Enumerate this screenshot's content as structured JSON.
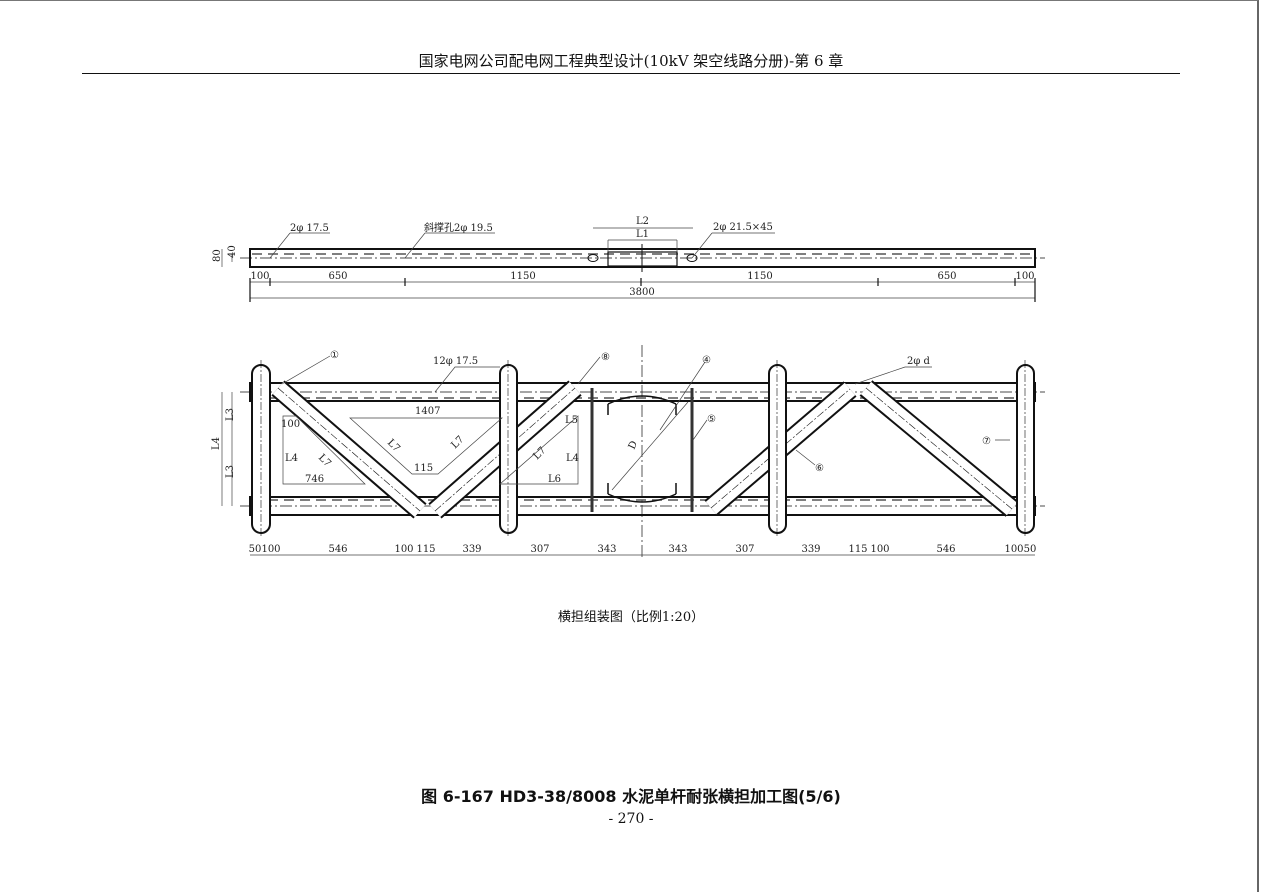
{
  "header": {
    "title": "国家电网公司配电网工程典型设计(10kV 架空线路分册)-第 6 章"
  },
  "top_view": {
    "callouts": [
      "2φ 17.5",
      "斜撑孔2φ 19.5",
      "2φ 21.5×45"
    ],
    "dim_labels": {
      "l2": "L2",
      "l1": "L1",
      "h80": "80",
      "h40": "40"
    },
    "dims": [
      "100",
      "650",
      "1150",
      "1150",
      "650",
      "100"
    ],
    "total": "3800"
  },
  "assembly": {
    "parts": [
      "①",
      "⑧",
      "④",
      "⑤",
      "⑥",
      "⑦"
    ],
    "callouts": [
      "12φ 17.5",
      "2φ d"
    ],
    "inner_labels": [
      "1407",
      "100",
      "L4",
      "L7",
      "746",
      "L7",
      "115",
      "L7",
      "L5",
      "L7",
      "L4",
      "L6",
      "D"
    ],
    "side_dims": [
      "L3",
      "L4",
      "L3"
    ],
    "dims": [
      "50",
      "100",
      "546",
      "100",
      "115",
      "339",
      "307",
      "343",
      "343",
      "307",
      "339",
      "115",
      "100",
      "546",
      "100",
      "50"
    ]
  },
  "caption": "横担组装图（比例1:20）",
  "figure_title": "图 6-167  HD3-38/8008 水泥单杆耐张横担加工图(5/6)",
  "page_number": "- 270 -"
}
